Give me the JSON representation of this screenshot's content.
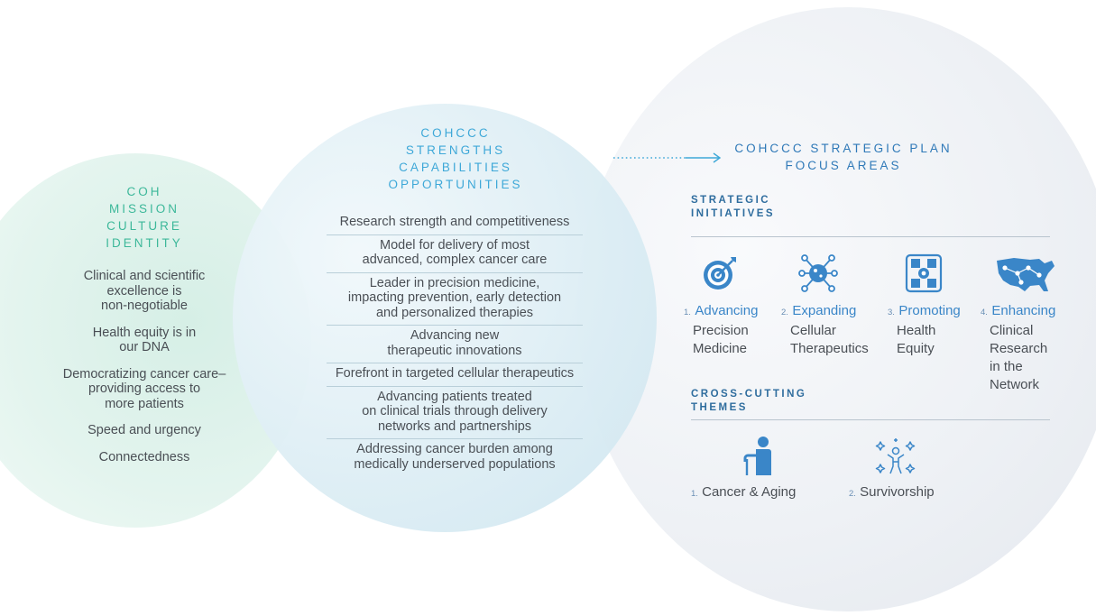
{
  "colors": {
    "teal_heading": "#3db89a",
    "blue_heading": "#3ea8d8",
    "navy_heading": "#2f79b8",
    "icon_blue": "#3a86c8"
  },
  "mission": {
    "heading": "COH\nMISSION\nCULTURE\nIDENTITY",
    "items": [
      "Clinical and scientific\nexcellence is\nnon-negotiable",
      "Health equity is in\nour DNA",
      "Democratizing cancer care–\nproviding access to\nmore patients",
      "Speed and urgency",
      "Connectedness"
    ]
  },
  "strengths": {
    "heading": "COHCCC\nSTRENGTHS\nCAPABILITIES\nOPPORTUNITIES",
    "items": [
      "Research strength and competitiveness",
      "Model for delivery of most\nadvanced, complex cancer care",
      "Leader in precision medicine,\nimpacting prevention, early detection\nand personalized therapies",
      "Advancing new\ntherapeutic innovations",
      "Forefront in targeted cellular therapeutics",
      "Advancing patients treated\non clinical trials through delivery\nnetworks and partnerships",
      "Addressing cancer burden among\nmedically underserved populations"
    ]
  },
  "plan": {
    "heading": "COHCCC STRATEGIC PLAN\nFOCUS AREAS",
    "initiatives_label": "STRATEGIC\nINITIATIVES",
    "initiatives": [
      {
        "num": "1.",
        "lead": "Advancing",
        "rest": "Precision\nMedicine",
        "icon": "target-icon"
      },
      {
        "num": "2.",
        "lead": "Expanding",
        "rest": "Cellular\nTherapeutics",
        "icon": "cell-icon"
      },
      {
        "num": "3.",
        "lead": "Promoting",
        "rest": "Health\nEquity",
        "icon": "hands-icon"
      },
      {
        "num": "4.",
        "lead": "Enhancing",
        "rest": "Clinical\nResearch\nin the\nNetwork",
        "icon": "us-map-icon"
      }
    ],
    "themes_label": "CROSS-CUTTING\nTHEMES",
    "themes": [
      {
        "num": "1.",
        "label": "Cancer & Aging",
        "icon": "elderly-person-icon"
      },
      {
        "num": "2.",
        "label": "Survivorship",
        "icon": "survivor-stars-icon"
      }
    ]
  }
}
